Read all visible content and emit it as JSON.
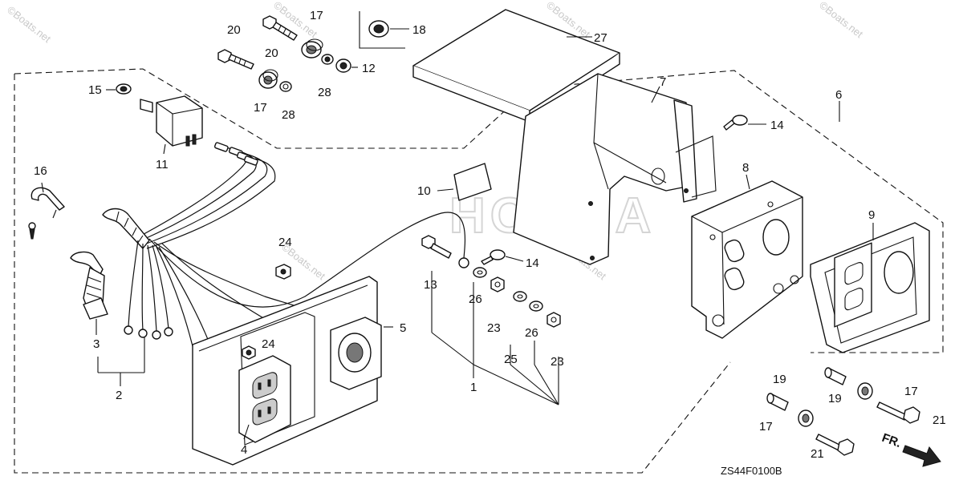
{
  "callouts": {
    "c1": "1",
    "c2": "2",
    "c3": "3",
    "c4": "4",
    "c5": "5",
    "c6": "6",
    "c7": "7",
    "c8": "8",
    "c9": "9",
    "c10": "10",
    "c11": "11",
    "c12": "12",
    "c13": "13",
    "c14a": "14",
    "c14b": "14",
    "c15": "15",
    "c16": "16",
    "c17a": "17",
    "c17b": "17",
    "c17c": "17",
    "c17d": "17",
    "c18": "18",
    "c19a": "19",
    "c19b": "19",
    "c20a": "20",
    "c20b": "20",
    "c21a": "21",
    "c21b": "21",
    "c23a": "23",
    "c23b": "23",
    "c24a": "24",
    "c24b": "24",
    "c25": "25",
    "c26a": "26",
    "c26b": "26",
    "c27": "27",
    "c28a": "28",
    "c28b": "28"
  },
  "direction_label": "FR.",
  "diagram_code": "ZS44F0100B",
  "watermark": "©Boats.net",
  "brand_watermark": "HONDA",
  "icons": [
    "front-direction-arrow-icon"
  ]
}
